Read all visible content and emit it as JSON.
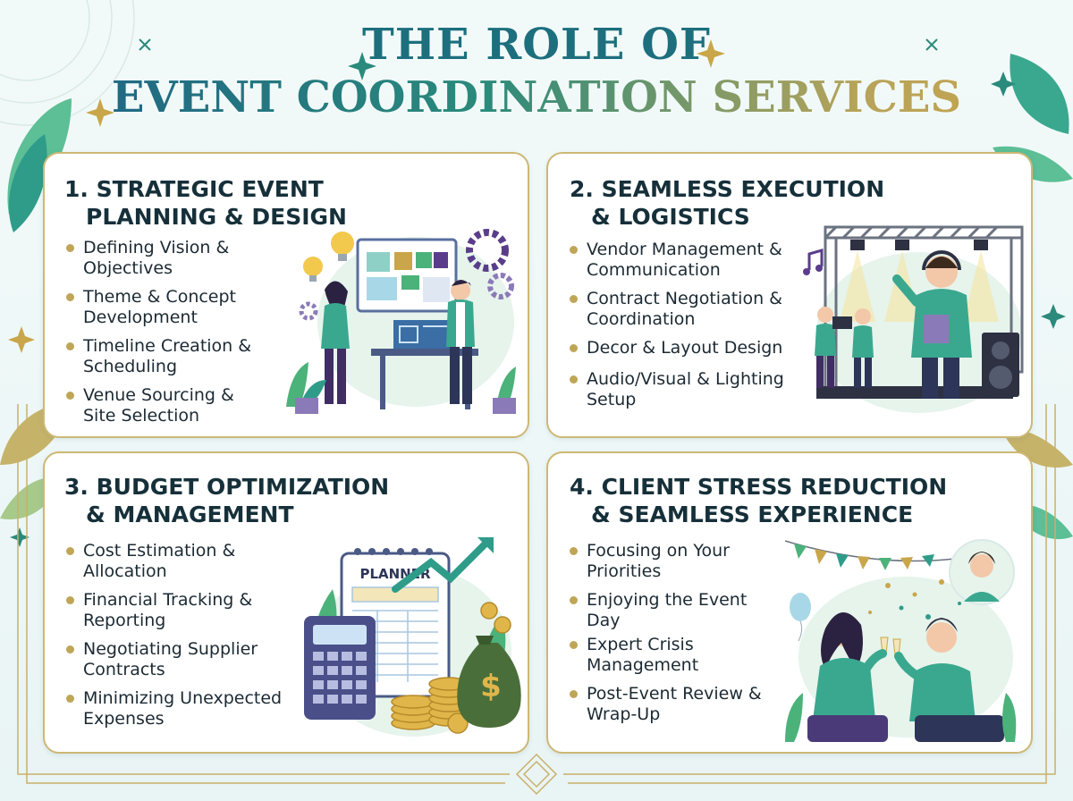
{
  "title": {
    "line1": "THE ROLE OF",
    "line2": "EVENT COORDINATION SERVICES"
  },
  "colors": {
    "teal": "#1d6f7e",
    "gold": "#c9a64a",
    "green": "#4bb27a",
    "purple": "#5a3d8a",
    "card_border": "#cdb874"
  },
  "cards": [
    {
      "title_l1": "1. STRATEGIC EVENT",
      "title_l2": "PLANNING & DESIGN",
      "items": [
        {
          "l1": "Defining Vision &",
          "l2": "Objectives"
        },
        {
          "l1": "Theme & Concept",
          "l2": "Development"
        },
        {
          "l1": "Timeline Creation &",
          "l2": "Scheduling"
        },
        {
          "l1": "Venue Sourcing &",
          "l2": "Site Selection"
        }
      ],
      "illustration": "planning-team-icon"
    },
    {
      "title_l1": "2. SEAMLESS EXECUTION",
      "title_l2": "& LOGISTICS",
      "items": [
        {
          "l1": "Vendor Management &",
          "l2": "Communication"
        },
        {
          "l1": "Contract Negotiation &",
          "l2": "Coordination"
        },
        {
          "l1": "Decor & Layout Design",
          "l2": ""
        },
        {
          "l1": "Audio/Visual & Lighting",
          "l2": "Setup"
        }
      ],
      "illustration": "stage-crew-icon"
    },
    {
      "title_l1": "3. BUDGET OPTIMIZATION",
      "title_l2": "& MANAGEMENT",
      "items": [
        {
          "l1": "Cost Estimation &",
          "l2": "Allocation"
        },
        {
          "l1": "Financial Tracking &",
          "l2": "Reporting"
        },
        {
          "l1": "Negotiating Supplier",
          "l2": "Contracts"
        },
        {
          "l1": "Minimizing Unexpected",
          "l2": "Expenses"
        }
      ],
      "illustration": "budget-planner-icon",
      "planner_label": "PLANNER"
    },
    {
      "title_l1": "4. CLIENT STRESS REDUCTION",
      "title_l2": "& SEAMLESS EXPERIENCE",
      "items": [
        {
          "l1": "Focusing on Your",
          "l2": "Priorities"
        },
        {
          "l1": "Enjoying the Event",
          "l2": "Day"
        },
        {
          "l1": "Expert Crisis",
          "l2": "Management"
        },
        {
          "l1": "Post-Event Review &",
          "l2": "Wrap-Up"
        }
      ],
      "illustration": "celebration-toast-icon"
    }
  ]
}
